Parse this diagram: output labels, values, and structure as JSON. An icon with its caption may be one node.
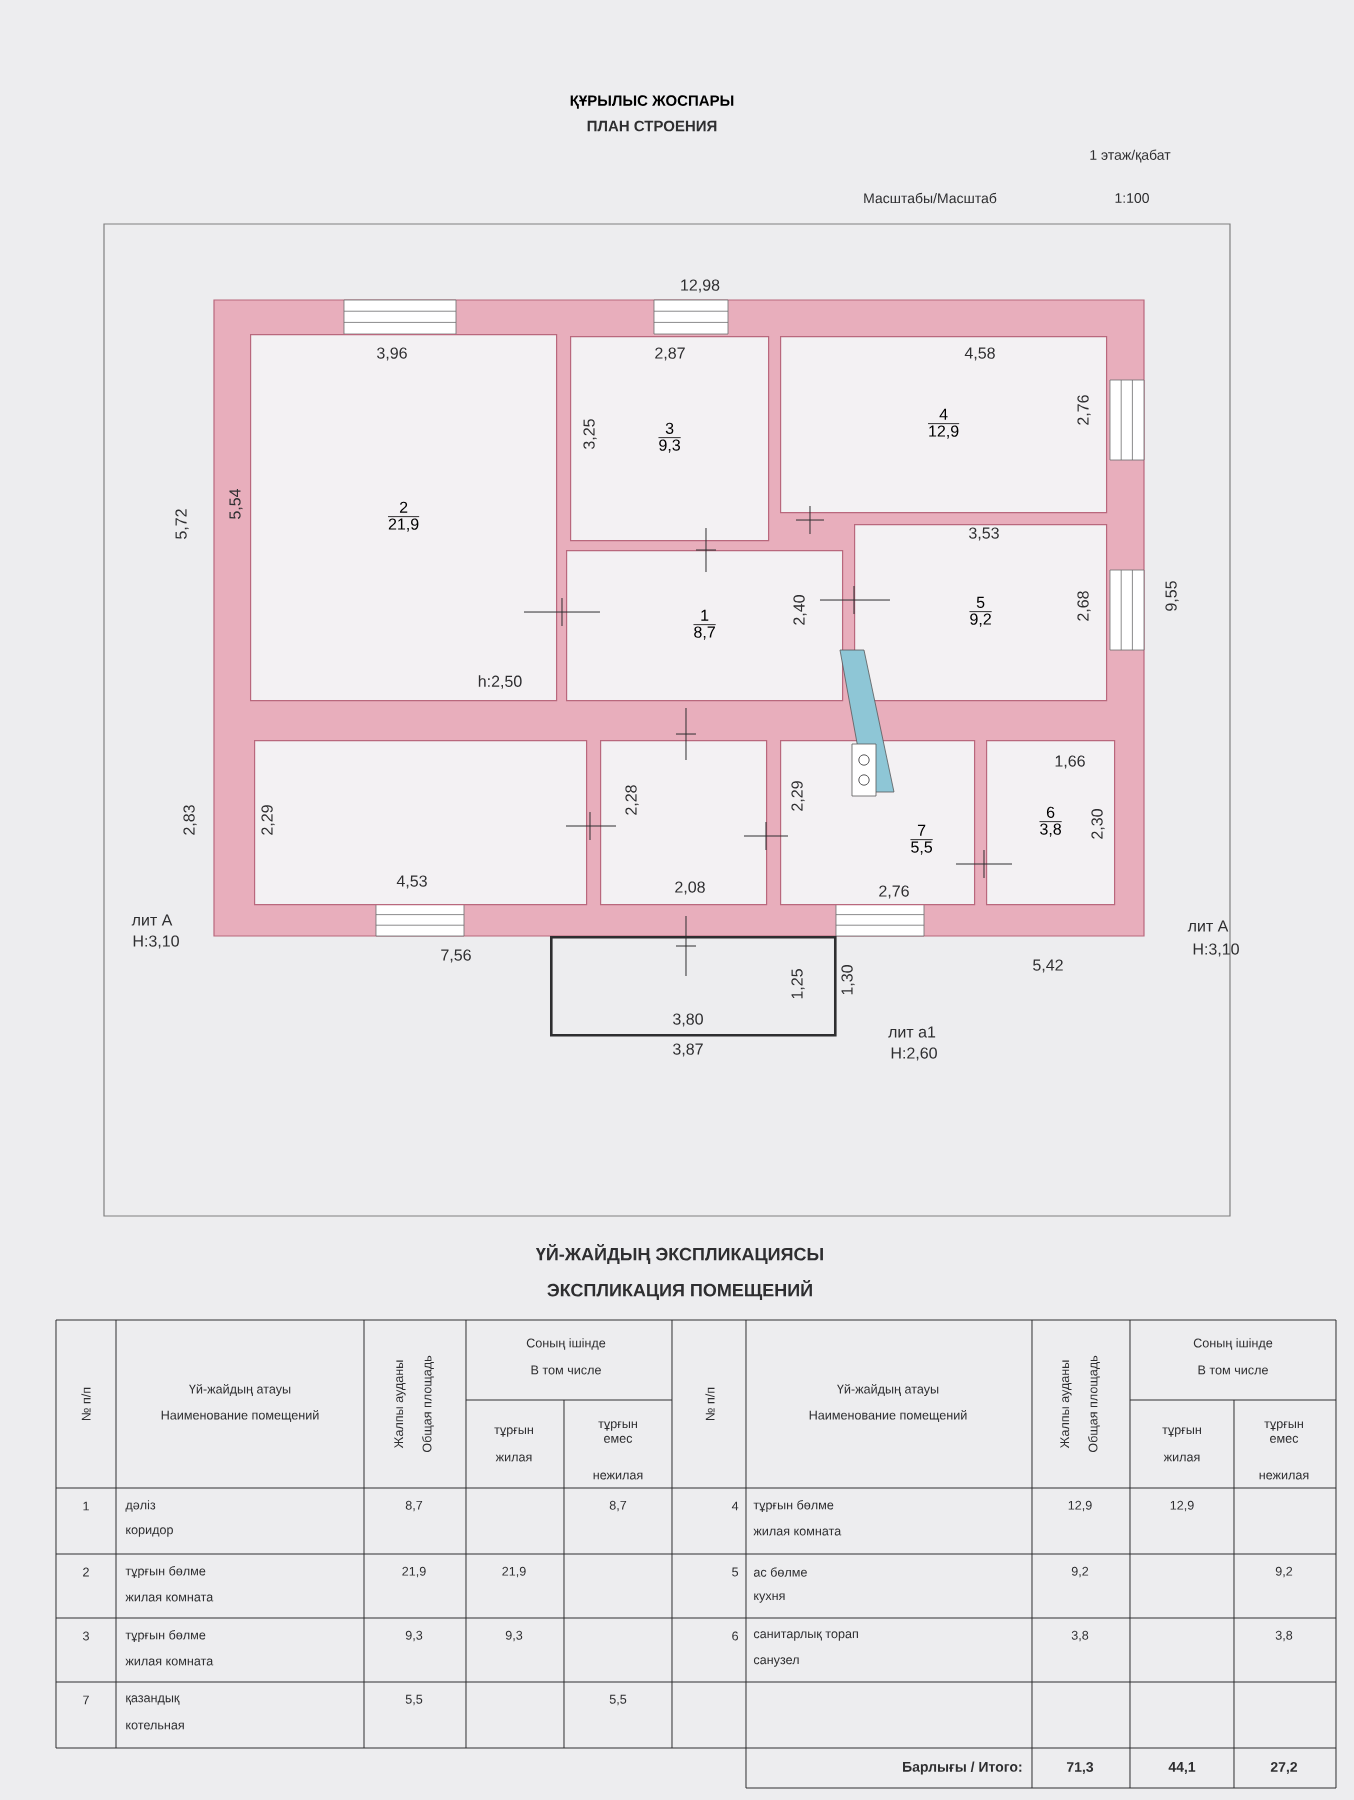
{
  "diagram": {
    "title": "ҚҰРЫЛЫС ЖОСПАРЫ",
    "nodes": [
      {
        "text": [
          "2",
          "21,9"
        ]
      },
      {
        "text": [
          "3",
          "9,3"
        ]
      },
      {
        "text": [
          "4",
          "12,9"
        ]
      },
      {
        "text": [
          "1",
          "8,7"
        ]
      },
      {
        "text": [
          "5",
          "9,2"
        ]
      },
      {
        "text": [],
        "shape": "box"
      },
      {
        "text": [],
        "shape": "box"
      },
      {
        "text": [
          "7",
          "5,5"
        ]
      },
      {
        "text": [
          "6",
          "3,8"
        ]
      },
      {
        "text": [],
        "shape": "box"
      }
    ],
    "labels": [
      "ПЛАН СТРОЕНИЯ",
      "1 этаж/қабат",
      "Масштабы/Масштаб",
      "1:100",
      "12,98",
      "3,96",
      "2,87",
      "4,58",
      "2,76",
      "3,25",
      "5,72",
      "5,54",
      "3,53",
      "9,55",
      "2,40",
      "2,68",
      "h:2,50",
      "1,66",
      "2,83",
      "2,29",
      "2,28",
      "2,29",
      "2,30",
      "4,53",
      "2,08",
      "2,76",
      "лит А",
      "Н:3,10",
      "лит А",
      "Н:3,10",
      "7,56",
      "5,42",
      "1,25",
      "1,30",
      "3,80",
      "3,87",
      "лит а1",
      "Н:2,60",
      "ҮЙ-ЖАЙДЫҢ ЭКСПЛИКАЦИЯСЫ",
      "ЭКСПЛИКАЦИЯ ПОМЕЩЕНИЙ",
      "№ п/п",
      "Үй-жайдың атауы",
      "Наименование помещений",
      "Жалпы ауданы",
      "Общая площадь",
      "Соның ішінде",
      "В том числе",
      "тұрғын",
      "жилая",
      "тұрғын емес",
      "нежилая",
      "№ п/п",
      "Үй-жайдың атауы",
      "Наименование помещений",
      "Жалпы ауданы",
      "Общая площадь",
      "Соның ішінде",
      "В том числе",
      "тұрғын",
      "жилая",
      "тұрғын емес",
      "нежилая",
      "1",
      "дәліз",
      "коридор",
      "8,7",
      "8,7",
      "4",
      "тұрғын бөлме",
      "жилая комната",
      "12,9",
      "12,9",
      "2",
      "тұрғын бөлме",
      "жилая комната",
      "21,9",
      "21,9",
      "5",
      "ас бөлме",
      "кухня",
      "9,2",
      "9,2",
      "3",
      "тұрғын бөлме",
      "жилая комната",
      "9,3",
      "9,3",
      "6",
      "санитарлық торап",
      "санузел",
      "3,8",
      "3,8",
      "7",
      "қазандық",
      "котельная",
      "5,5",
      "5,5",
      "Барлығы / Итого:",
      "71,3",
      "44,1",
      "27,2"
    ]
  }
}
